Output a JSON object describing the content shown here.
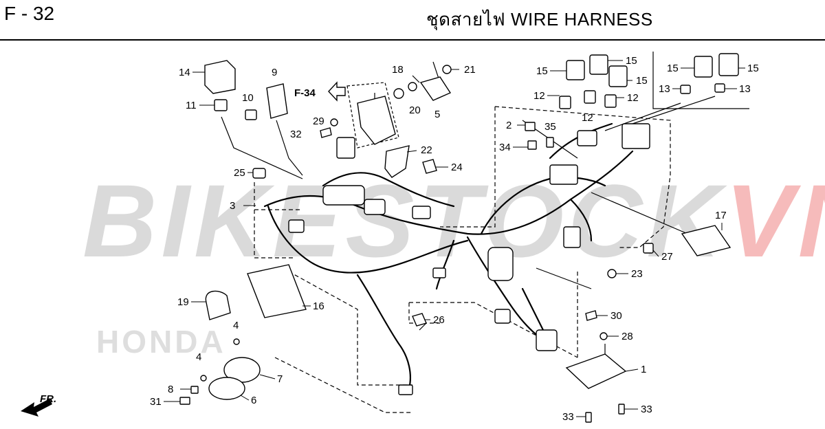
{
  "header": {
    "page_code": "F - 32",
    "title": "ชุดสายไฟ  WIRE HARNESS"
  },
  "watermark": {
    "part_a": "BIKESTOCK",
    "part_b": "VN",
    "brand": "HONDA"
  },
  "reference": {
    "label": "F-34"
  },
  "direction": {
    "label": "FR."
  },
  "callouts": [
    "14",
    "11",
    "10",
    "9",
    "18",
    "21",
    "20",
    "5",
    "29",
    "32",
    "22",
    "24",
    "25",
    "3",
    "15",
    "15",
    "15",
    "15",
    "15",
    "12",
    "12",
    "12",
    "13",
    "13",
    "2",
    "35",
    "34",
    "17",
    "27",
    "23",
    "19",
    "16",
    "30",
    "26",
    "4",
    "28",
    "4",
    "7",
    "8",
    "6",
    "31",
    "1",
    "33",
    "33"
  ]
}
